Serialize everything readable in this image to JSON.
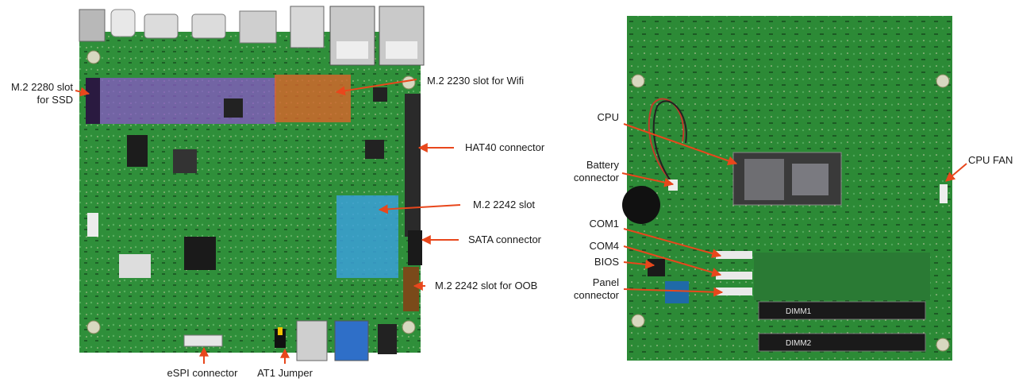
{
  "labels": {
    "m2_2280": "M.2 2280 slot\nfor SSD",
    "m2_2230": "M.2 2230 slot for Wifi",
    "hat40": "HAT40 connector",
    "m2_2242": "M.2 2242 slot",
    "sata": "SATA connector",
    "m2_2242_oob": "M.2 2242 slot for OOB",
    "espi": "eSPI connector",
    "at1": "AT1 Jumper",
    "cpu": "CPU",
    "battery": "Battery\nconnector",
    "cpu_fan": "CPU FAN",
    "com1": "COM1",
    "com4": "COM4",
    "bios": "BIOS",
    "panel": "Panel\nconnector",
    "dimm1": "DIMM1",
    "dimm2": "DIMM2"
  },
  "colors": {
    "arrow": "#e8471c",
    "pcb": "#2f8f3a",
    "pcb_dark": "#1f6a2a",
    "ssd_highlight": "#8a55c8",
    "wifi_highlight": "#d9642a",
    "m2_2242_highlight": "#3aa0d8"
  }
}
